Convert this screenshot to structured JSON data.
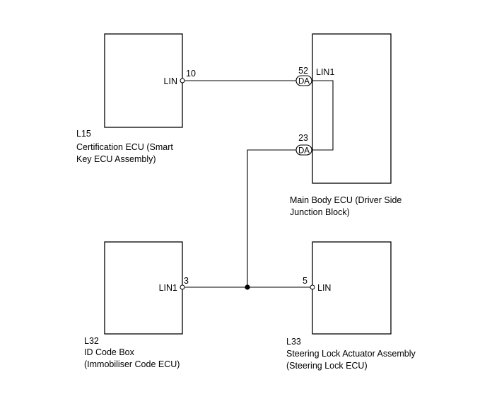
{
  "components": {
    "l15": {
      "code": "L15",
      "name_line1": "Certification ECU (Smart",
      "name_line2": "Key ECU Assembly)",
      "pin_label": "LIN",
      "pin_number": "10"
    },
    "main_body": {
      "name_line1": "Main Body ECU (Driver Side",
      "name_line2": "Junction Block)",
      "pin_label": "LIN1",
      "pin_a_number": "52",
      "pin_b_number": "23",
      "connector_a": "DA",
      "connector_b": "DA"
    },
    "l32": {
      "code": "L32",
      "name_line1": "ID Code Box",
      "name_line2": "(Immobiliser Code ECU)",
      "pin_label": "LIN1",
      "pin_number": "3"
    },
    "l33": {
      "code": "L33",
      "name_line1": "Steering Lock Actuator Assembly",
      "name_line2": "(Steering Lock ECU)",
      "pin_label": "LIN",
      "pin_number": "5"
    }
  }
}
